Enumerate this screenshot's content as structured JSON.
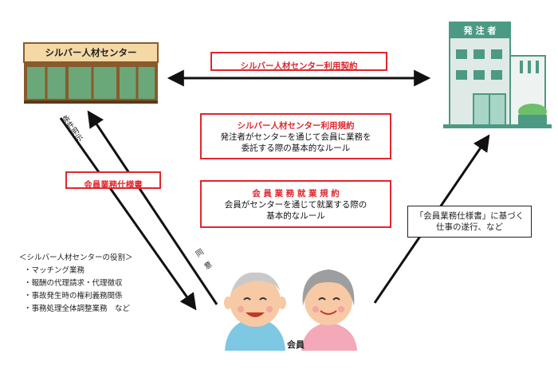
{
  "silver_center": {
    "sign": "シルバー人材センター"
  },
  "orderer": {
    "sign": "発 注 者"
  },
  "contract": {
    "label": "シルバー人材センター利用契約"
  },
  "regulations": {
    "title": "シルバー人材センター利用規約",
    "line1": "発注者がセンターを通じて会員に業務を",
    "line2": "委託する際の基本的なルール"
  },
  "work_rules": {
    "title": "会 員 業 務 就 業 規 約",
    "line1": "会員がセンターを通じて就業する際の",
    "line2": "基本的なルール"
  },
  "spec": {
    "label": "会員業務仕様書"
  },
  "conditions": {
    "label": "条件明示"
  },
  "agreement": {
    "label": "同　意"
  },
  "execution": {
    "line1": "「会員業務仕様書」に基づく",
    "line2": "仕事の遂行、など"
  },
  "roles": {
    "title": "＜シルバー人材センターの役割＞",
    "items": [
      "・マッチング業務",
      "・報酬の代理請求・代理徴収",
      "・事故発生時の権利義務関係",
      "・事務処理全体調整業務　など"
    ]
  },
  "member": {
    "label": "会員"
  },
  "colors": {
    "accent_red": "#e0262e",
    "building_green": "#4c9a84",
    "sign_orange": "#f4d9a6",
    "store_brown": "#8a5a2b"
  }
}
